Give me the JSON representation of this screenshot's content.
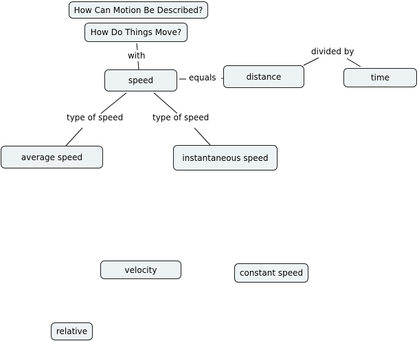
{
  "concepts": {
    "how_can_motion": "How Can Motion Be Described?",
    "how_do_things_move": "How Do Things Move?",
    "speed": "speed",
    "distance": "distance",
    "time": "time",
    "average_speed": "average speed",
    "instantaneous_speed": "instantaneous speed",
    "velocity": "velocity",
    "constant_speed": "constant speed",
    "relative": "relative"
  },
  "links": {
    "with": "with",
    "equals": "equals",
    "divided_by": "divided by",
    "type_of_speed_left": "type of speed",
    "type_of_speed_right": "type of speed"
  },
  "colors": {
    "node_fill": "#edf2f4",
    "node_border": "#1c1c1c",
    "line": "#000000"
  }
}
